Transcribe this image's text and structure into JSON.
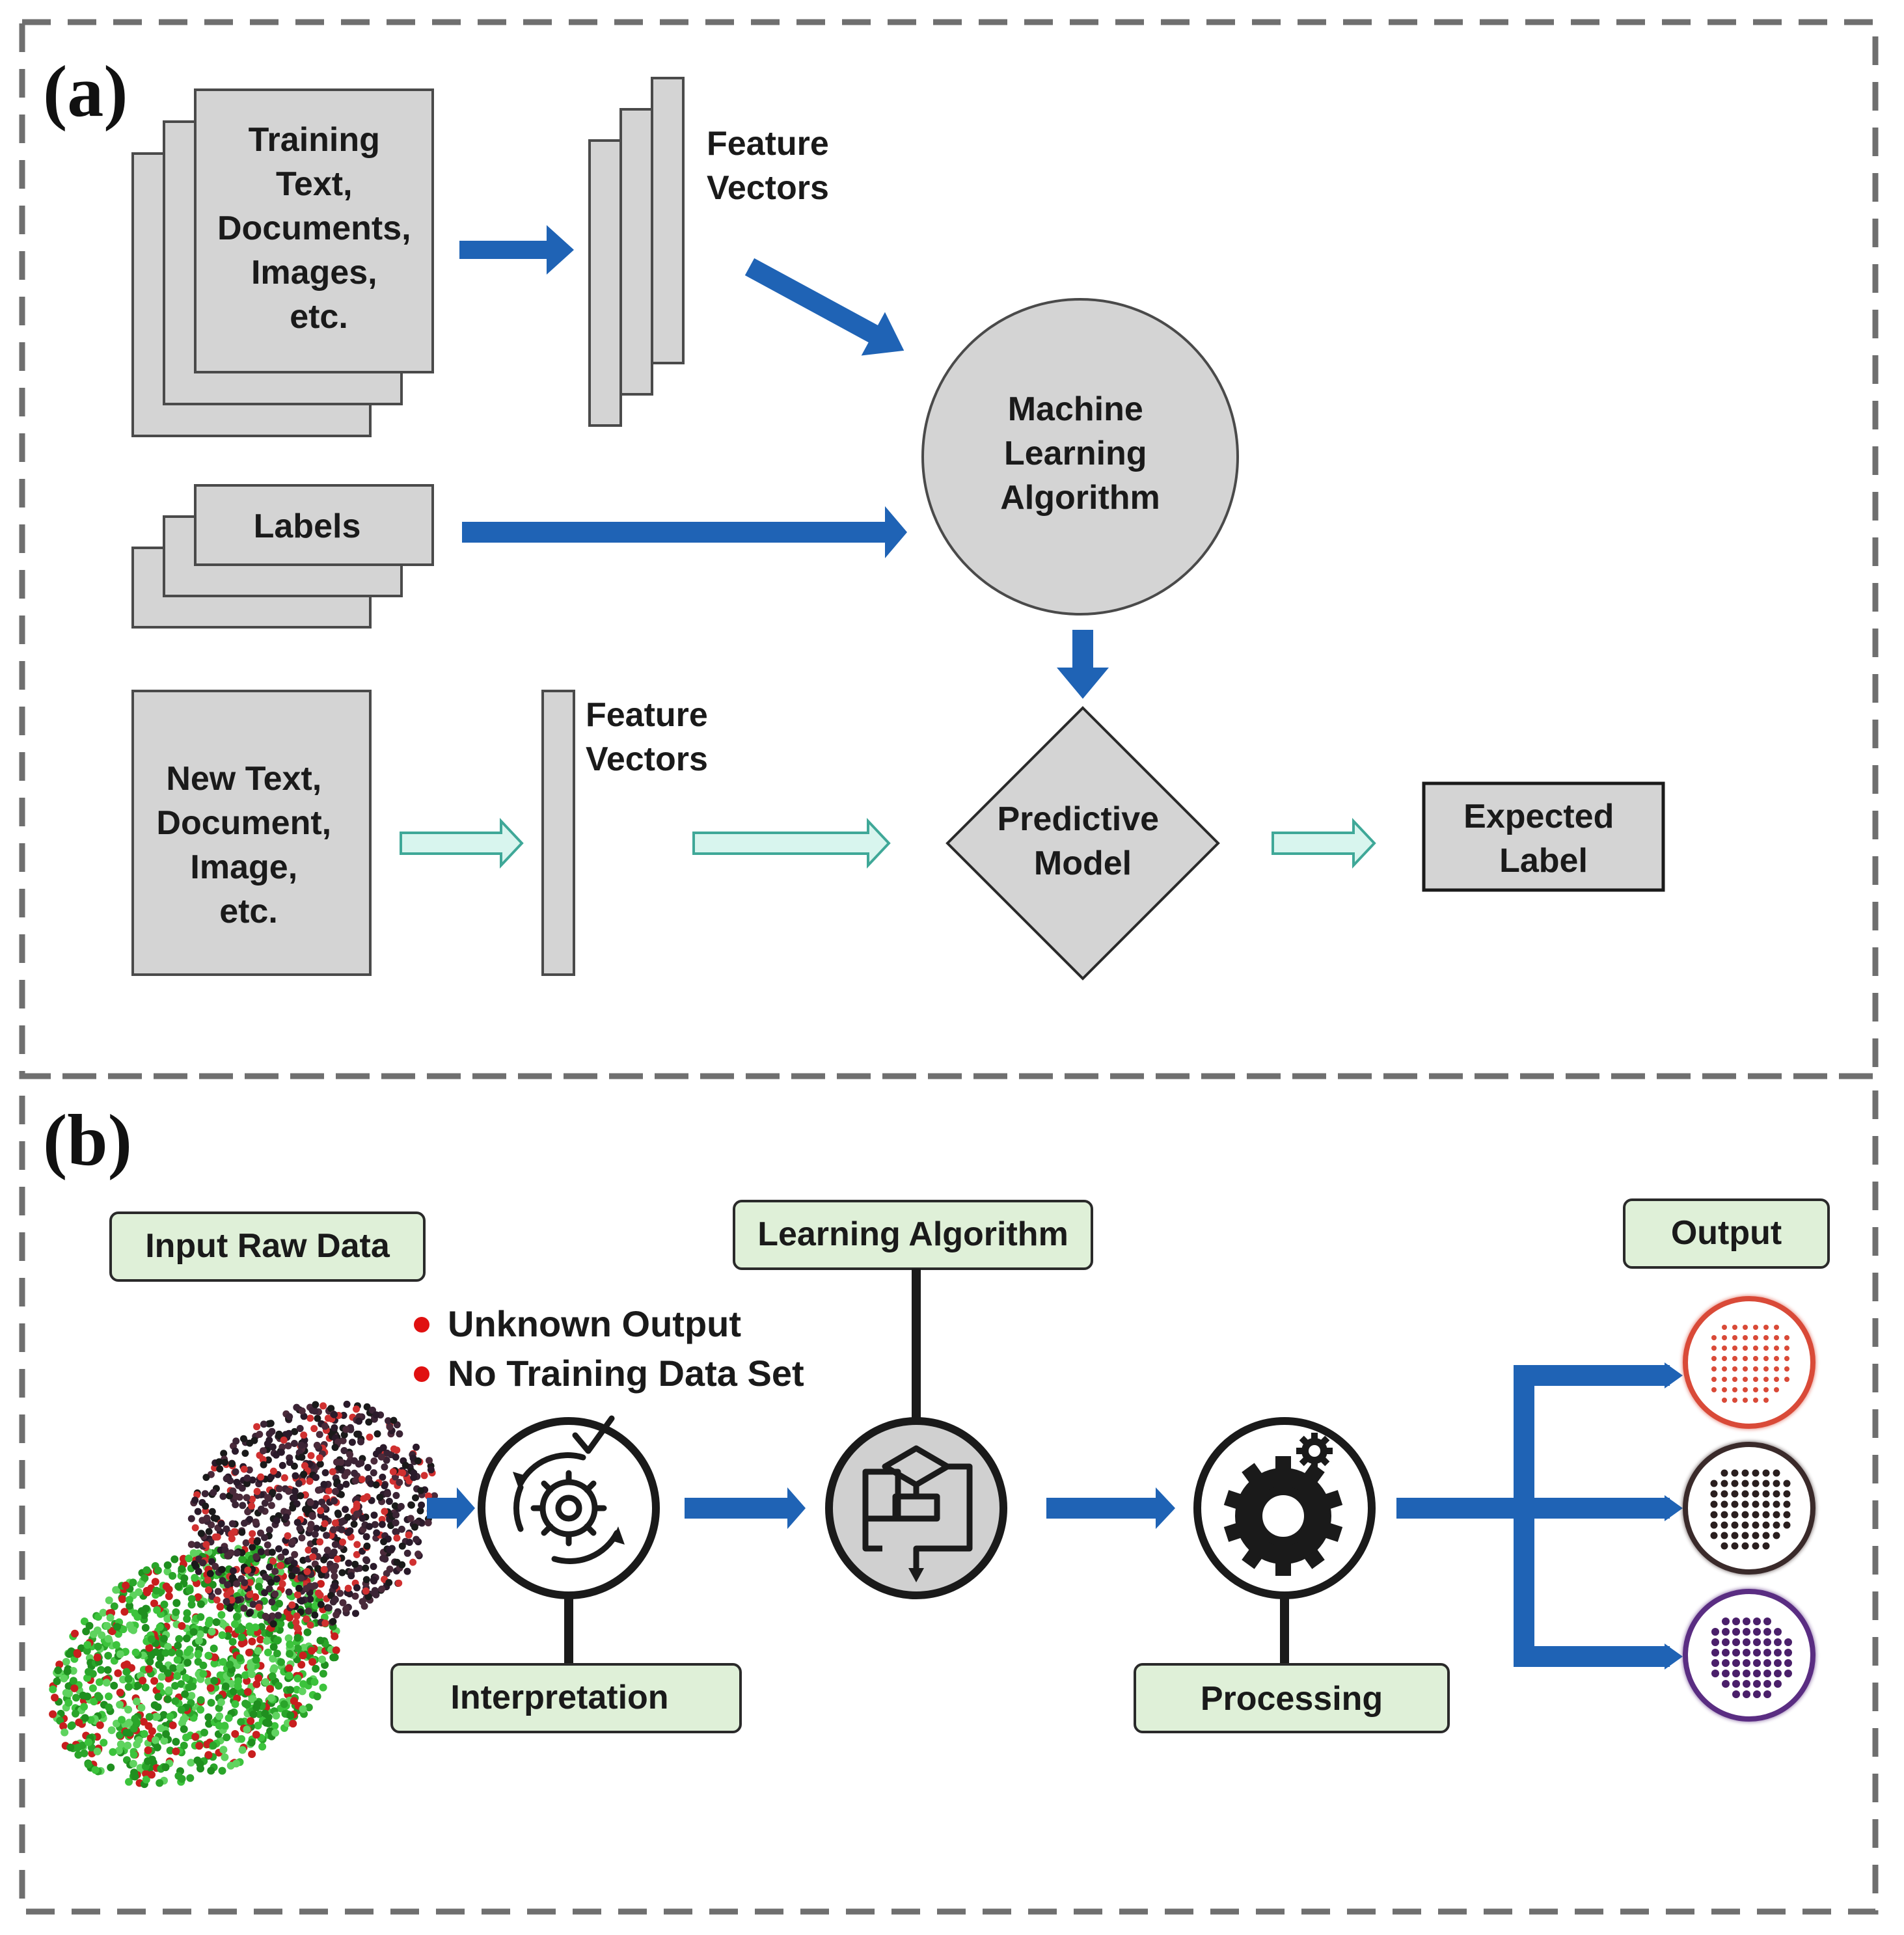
{
  "panel_a": {
    "label": "(a)",
    "training_box": [
      "Training",
      "Text,",
      "Documents,",
      "Images,",
      "etc."
    ],
    "feature_vectors_top": [
      "Feature",
      "Vectors"
    ],
    "labels_box": "Labels",
    "ml_algorithm": [
      "Machine",
      "Learning",
      "Algorithm"
    ],
    "new_data_box": [
      "New Text,",
      "Document,",
      "Image,",
      "etc."
    ],
    "feature_vectors_bottom": [
      "Feature",
      "Vectors"
    ],
    "predictive_model": [
      "Predictive",
      "Model"
    ],
    "expected_label": [
      "Expected",
      "Label"
    ]
  },
  "panel_b": {
    "label": "(b)",
    "input_raw_data": "Input Raw Data",
    "learning_algorithm": "Learning Algorithm",
    "output": "Output",
    "bullets": [
      "Unknown Output",
      "No Training Data Set"
    ],
    "interpretation": "Interpretation",
    "processing": "Processing"
  },
  "colors": {
    "arrow_blue": "#1f63b5",
    "arrow_teal_fill": "#d8f5ee",
    "arrow_teal_stroke": "#3fa898",
    "box_gray": "#d4d4d4",
    "label_green": "#dff0d8",
    "dash_gray": "#6f6f6f",
    "bullet_red": "#e01010",
    "output_red": "#d94a38",
    "output_dark": "#3a2a2a",
    "output_purple": "#5a2d82"
  },
  "icons": [
    "gear-cycle-icon",
    "flowchart-icon",
    "gears-icon",
    "dot-grid-icon"
  ]
}
